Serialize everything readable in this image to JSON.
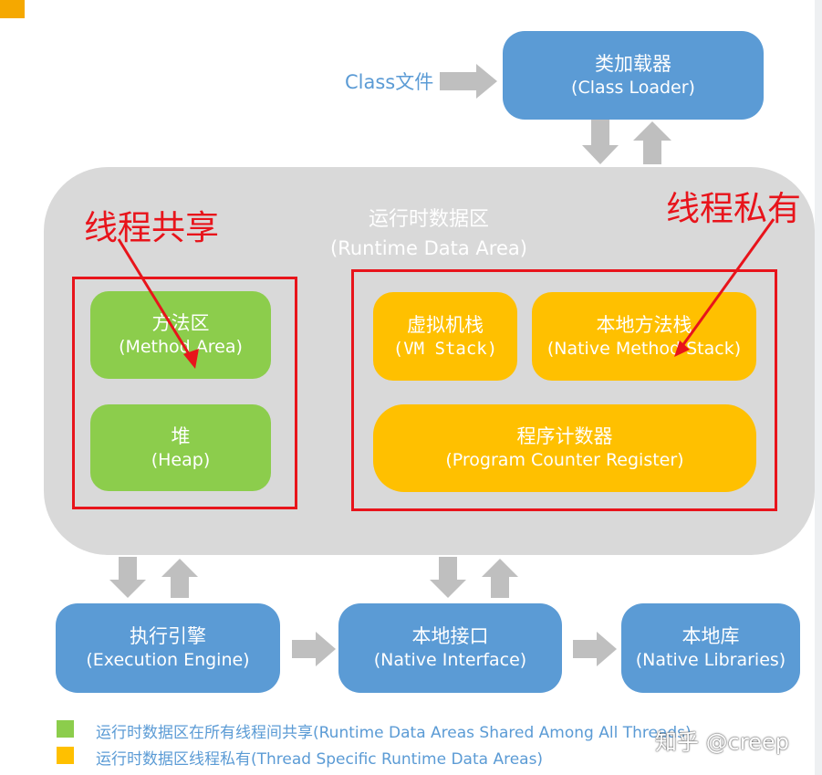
{
  "class_file": "Class文件",
  "class_loader": {
    "cn": "类加载器",
    "en": "(Class Loader)"
  },
  "runtime": {
    "cn": "运行时数据区",
    "en": "(Runtime Data Area)"
  },
  "shared_label": "线程共享",
  "private_label": "线程私有",
  "method_area": {
    "cn": "方法区",
    "en": "(Method Area)"
  },
  "heap": {
    "cn": "堆",
    "en": "(Heap)"
  },
  "vm_stack": {
    "cn": "虚拟机栈",
    "en": "(VM Stack)"
  },
  "native_method_stack": {
    "cn": "本地方法栈",
    "en": "(Native Method Stack)"
  },
  "pc_register": {
    "cn": "程序计数器",
    "en": "(Program Counter Register)"
  },
  "execution_engine": {
    "cn": "执行引擎",
    "en": "(Execution Engine)"
  },
  "native_interface": {
    "cn": "本地接口",
    "en": "(Native Interface)"
  },
  "native_libraries": {
    "cn": "本地库",
    "en": "(Native Libraries)"
  },
  "legend": [
    {
      "text": "运行时数据区在所有线程间共享(Runtime Data Areas Shared Among All Threads)",
      "color": "#8ccd4c"
    },
    {
      "text": "运行时数据区线程私有(Thread Specific Runtime Data Areas)",
      "color": "#ffc000"
    }
  ],
  "watermark": "知乎 @creep",
  "colors": {
    "blue": "#5b9bd5",
    "green": "#8ccd4c",
    "orange": "#ffc000",
    "gray": "#d9d9d9",
    "red": "#e8141b"
  }
}
